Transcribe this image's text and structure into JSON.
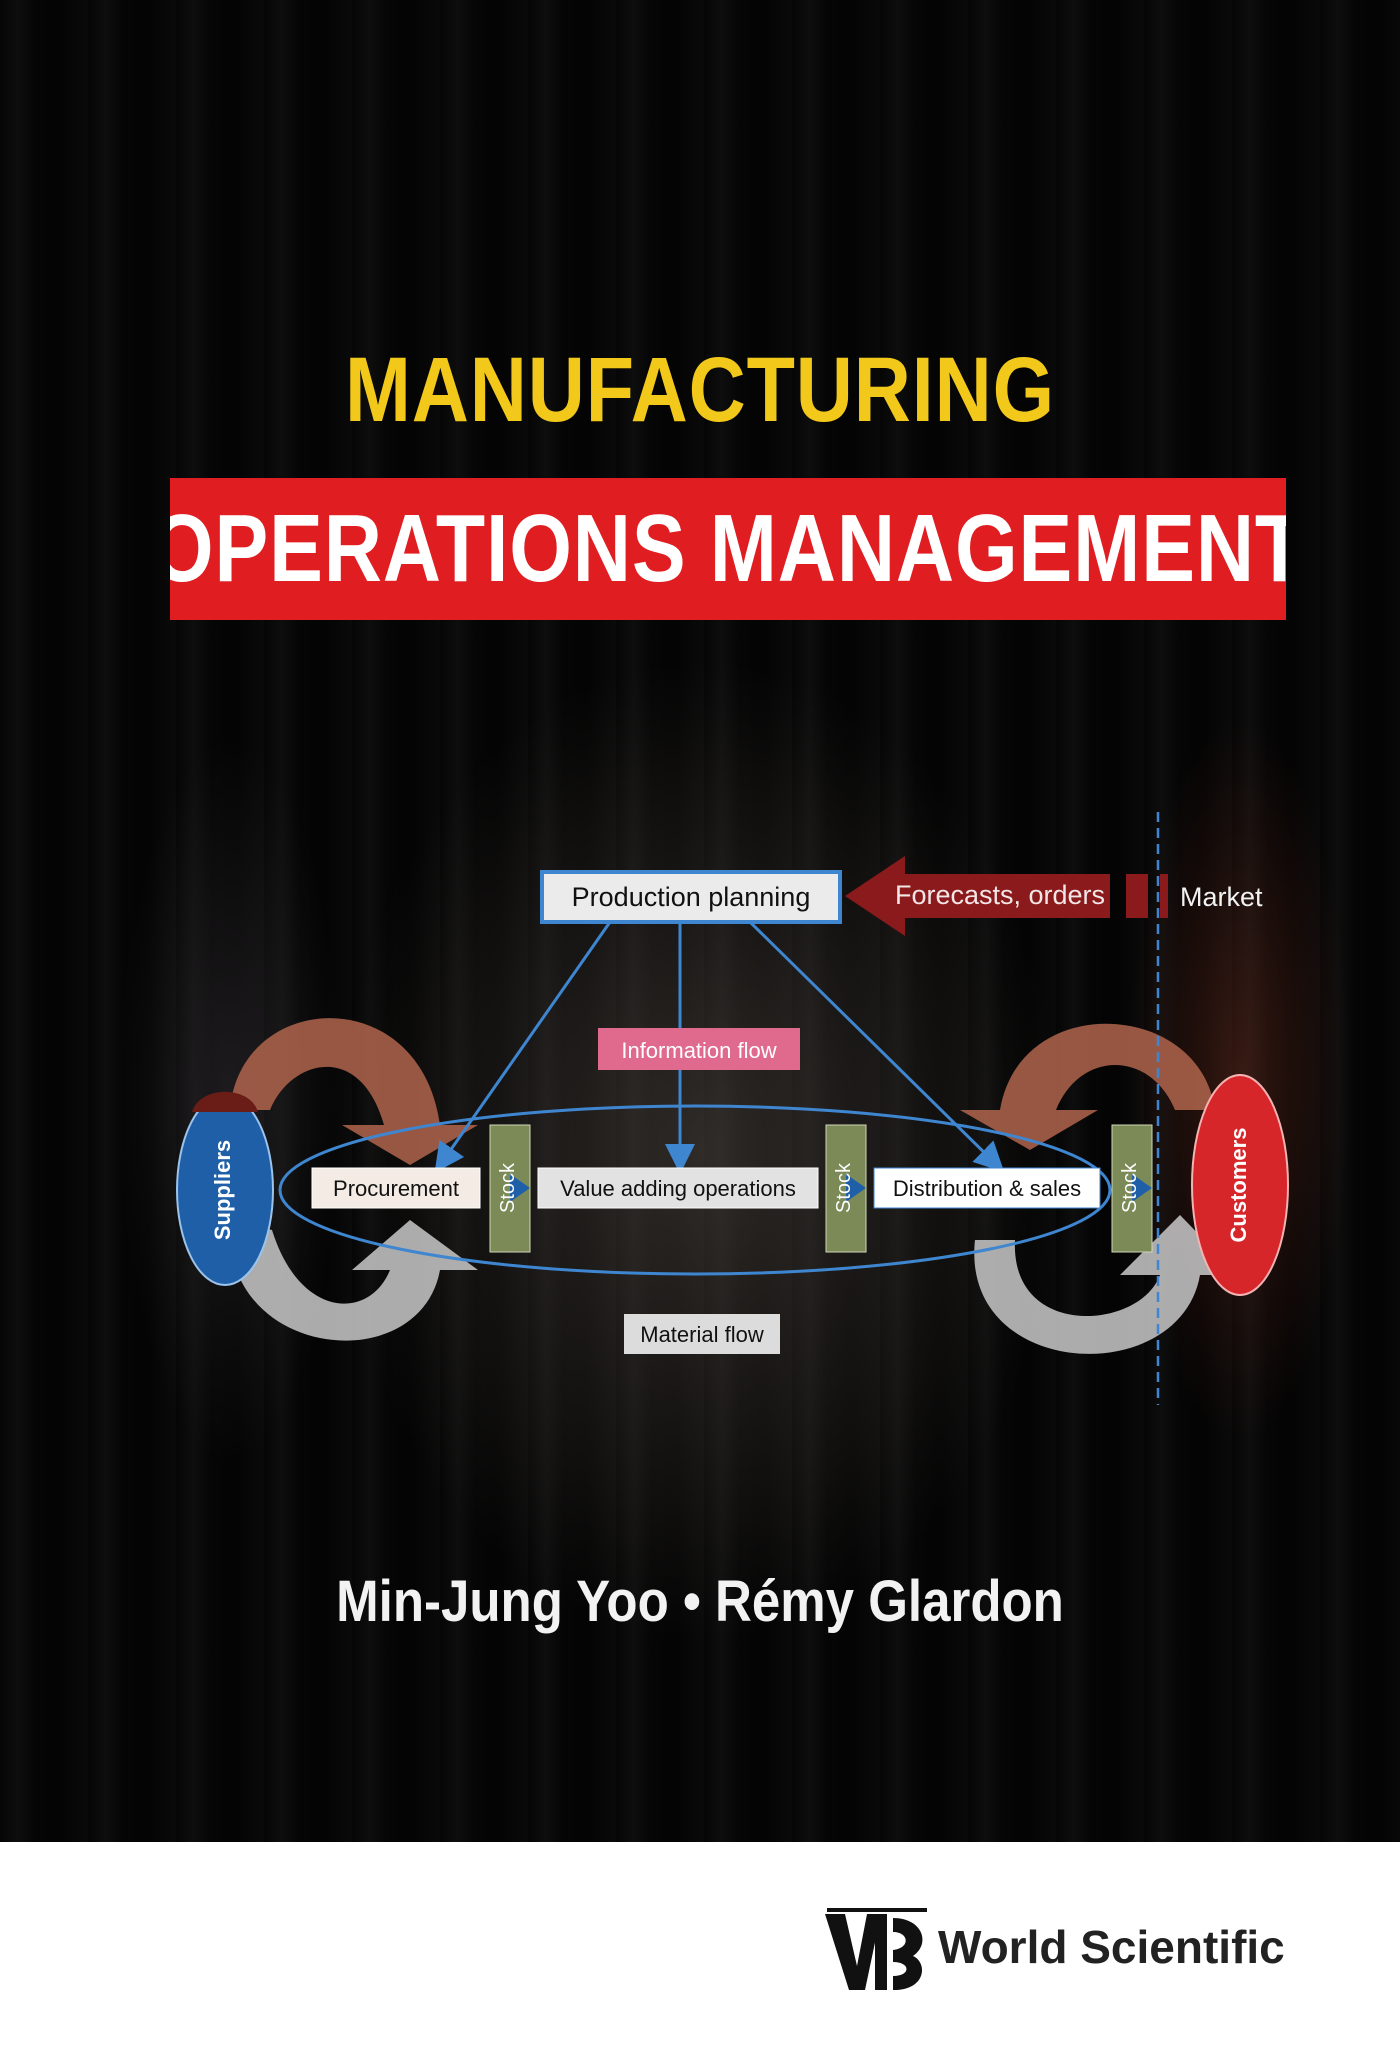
{
  "title": {
    "line1": "MANUFACTURING",
    "line2": "OPERATIONS MANAGEMENT"
  },
  "diagram": {
    "production_planning": "Production planning",
    "forecasts_orders": "Forecasts, orders",
    "market": "Market",
    "information_flow": "Information flow",
    "suppliers": "Suppliers",
    "customers": "Customers",
    "procurement": "Procurement",
    "stock": "Stock",
    "value_adding": "Value adding operations",
    "distribution": "Distribution & sales",
    "material_flow": "Material flow"
  },
  "authors": "Min-Jung Yoo • Rémy Glardon",
  "publisher": "World Scientific",
  "colors": {
    "title_yellow": "#f2c81a",
    "title_red": "#e01e22",
    "suppliers_blue": "#1f5fa8",
    "customers_red": "#d7262a",
    "stock_green": "#7b8a56",
    "arrow_darkred": "#8a1a1c"
  }
}
